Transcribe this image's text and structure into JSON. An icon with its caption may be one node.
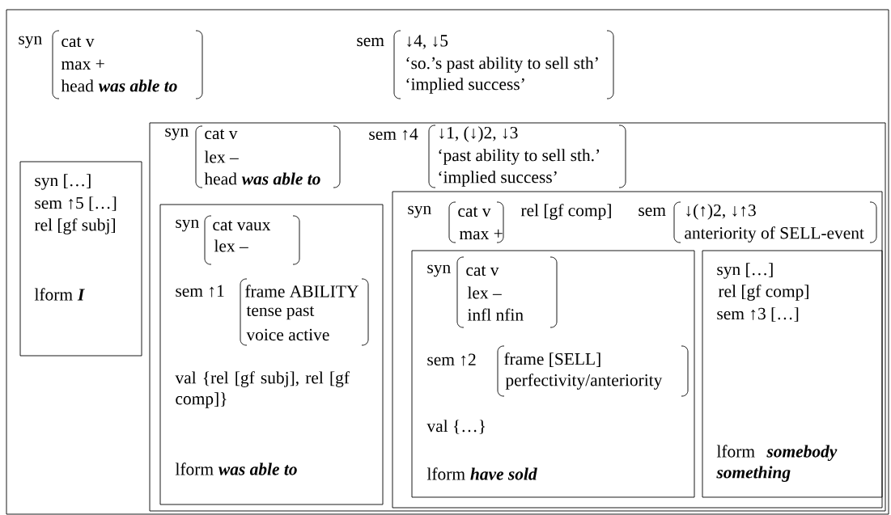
{
  "diagram": {
    "nodes": [
      {
        "text": [
          "syn",
          "cat v",
          "max +",
          "head",
          "was able to",
          "sem",
          "↓4, ↓5",
          "‘so.’s past ability to sell sth’",
          "‘implied success’"
        ]
      },
      {
        "text": [
          "syn […]",
          "sem ↑5 […]",
          "rel [gf subj]",
          "lform",
          "I"
        ],
        "in": 0
      },
      {
        "text": [
          "syn",
          "cat v",
          "lex –",
          "head",
          "was able to",
          "sem ↑4",
          "↓1, (↓)2, ↓3",
          "‘past ability to sell sth.’",
          "‘implied success’"
        ],
        "in": 0
      },
      {
        "text": [
          "syn",
          "cat vaux",
          "lex –",
          "sem ↑1",
          "frame ABILITY",
          "tense past",
          "voice active",
          "val {rel [gf subj], rel [gf comp]}",
          "lform",
          "was able to"
        ],
        "in": 2
      },
      {
        "text": [
          "syn",
          "cat v",
          "max +",
          "rel [gf comp]",
          "sem",
          "↓(↑)2, ↓↑3",
          "anteriority of SELL-event"
        ],
        "in": 2
      },
      {
        "text": [
          "syn",
          "cat v",
          "lex –",
          "infl nfin",
          "sem ↑2",
          "frame [SELL]",
          "perfectivity/anteriority",
          "val {…}",
          "lform",
          "have sold"
        ],
        "in": 4
      },
      {
        "text": [
          "syn […]",
          "rel [gf comp]",
          "sem ↑3 […]",
          "lform",
          "somebody something"
        ],
        "in": 4
      }
    ]
  }
}
